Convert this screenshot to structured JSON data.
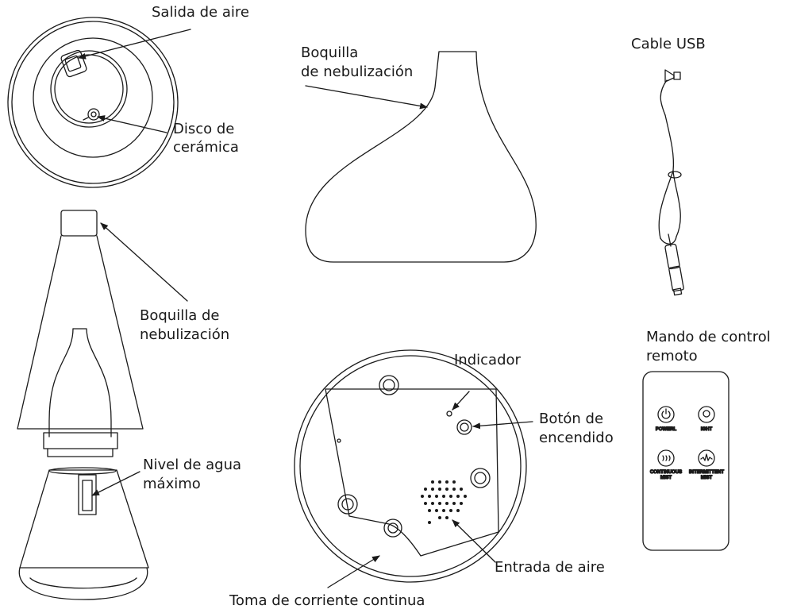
{
  "labels": {
    "salida_de_aire": "Salida de aire",
    "disco_de_ceramica_1": "Disco de",
    "disco_de_ceramica_2": "cerámica",
    "boquilla_top_1": "Boquilla",
    "boquilla_top_2": "de nebulización",
    "cable_usb": "Cable USB",
    "boquilla_left_1": "Boquilla de",
    "boquilla_left_2": "nebulización",
    "nivel_agua_1": "Nivel de agua",
    "nivel_agua_2": "máximo",
    "indicador": "Indicador",
    "boton_1": "Botón de",
    "boton_2": "encendido",
    "mando_1": "Mando de control",
    "mando_2": "remoto",
    "entrada_aire": "Entrada de aire",
    "toma_corriente": "Toma de corriente continua"
  },
  "remote": {
    "power_label": "POWERL",
    "light_label": "IGHT",
    "continuous_label_1": "CONTINUOUS",
    "continuous_label_2": "MIST",
    "intermittent_label_1": "INTERMITTENT",
    "intermittent_label_2": "MIST"
  },
  "colors": {
    "line": "#1a1a1a",
    "background": "#ffffff"
  }
}
